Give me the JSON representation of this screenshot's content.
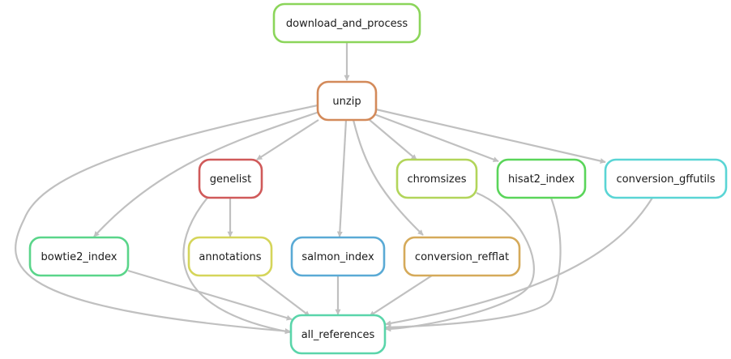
{
  "diagram": {
    "type": "workflow-dag",
    "nodes": [
      {
        "id": "download_and_process",
        "label": "download_and_process",
        "color": "#8bd55a"
      },
      {
        "id": "unzip",
        "label": "unzip",
        "color": "#d38a5a"
      },
      {
        "id": "genelist",
        "label": "genelist",
        "color": "#d05a5a"
      },
      {
        "id": "chromsizes",
        "label": "chromsizes",
        "color": "#b2d55a"
      },
      {
        "id": "hisat2_index",
        "label": "hisat2_index",
        "color": "#5ad55a"
      },
      {
        "id": "conversion_gffutils",
        "label": "conversion_gffutils",
        "color": "#5ad5d5"
      },
      {
        "id": "bowtie2_index",
        "label": "bowtie2_index",
        "color": "#5ad58a"
      },
      {
        "id": "annotations",
        "label": "annotations",
        "color": "#d5d55a"
      },
      {
        "id": "salmon_index",
        "label": "salmon_index",
        "color": "#5aaad5"
      },
      {
        "id": "conversion_refflat",
        "label": "conversion_refflat",
        "color": "#d5aa5a"
      },
      {
        "id": "all_references",
        "label": "all_references",
        "color": "#5ad5aa"
      }
    ],
    "edges": [
      {
        "from": "download_and_process",
        "to": "unzip"
      },
      {
        "from": "unzip",
        "to": "genelist"
      },
      {
        "from": "unzip",
        "to": "chromsizes"
      },
      {
        "from": "unzip",
        "to": "hisat2_index"
      },
      {
        "from": "unzip",
        "to": "conversion_gffutils"
      },
      {
        "from": "unzip",
        "to": "bowtie2_index"
      },
      {
        "from": "unzip",
        "to": "salmon_index"
      },
      {
        "from": "unzip",
        "to": "conversion_refflat"
      },
      {
        "from": "unzip",
        "to": "all_references"
      },
      {
        "from": "genelist",
        "to": "annotations"
      },
      {
        "from": "genelist",
        "to": "all_references"
      },
      {
        "from": "bowtie2_index",
        "to": "all_references"
      },
      {
        "from": "annotations",
        "to": "all_references"
      },
      {
        "from": "salmon_index",
        "to": "all_references"
      },
      {
        "from": "conversion_refflat",
        "to": "all_references"
      },
      {
        "from": "chromsizes",
        "to": "all_references"
      },
      {
        "from": "hisat2_index",
        "to": "all_references"
      },
      {
        "from": "conversion_gffutils",
        "to": "all_references"
      }
    ]
  }
}
